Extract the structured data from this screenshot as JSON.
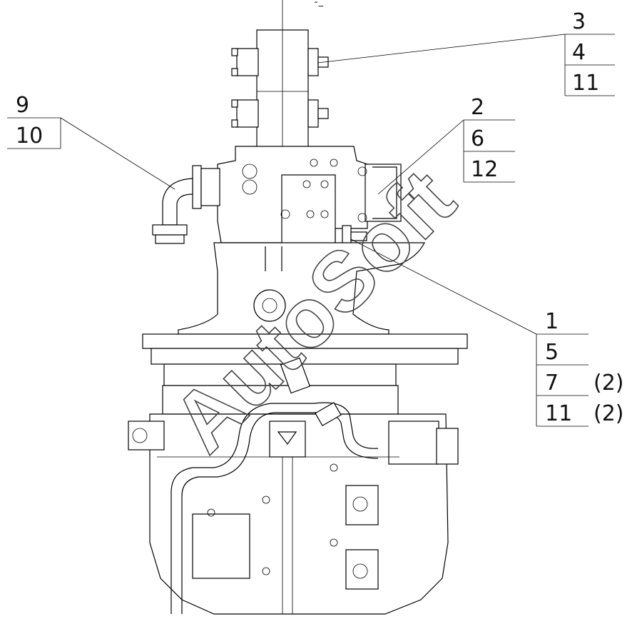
{
  "watermark": "AutoSoft",
  "callouts": {
    "group_top_right": {
      "rows": [
        "3",
        "4",
        "11"
      ]
    },
    "group_mid_right": {
      "rows": [
        "2",
        "6",
        "12"
      ]
    },
    "group_left": {
      "rows": [
        "9",
        "10"
      ]
    },
    "group_bottom_right": {
      "rows": [
        "1",
        "5",
        "7",
        "11"
      ],
      "quantities": [
        "",
        "",
        "(2)",
        "(2)"
      ]
    }
  },
  "top_mark": "˜‒"
}
